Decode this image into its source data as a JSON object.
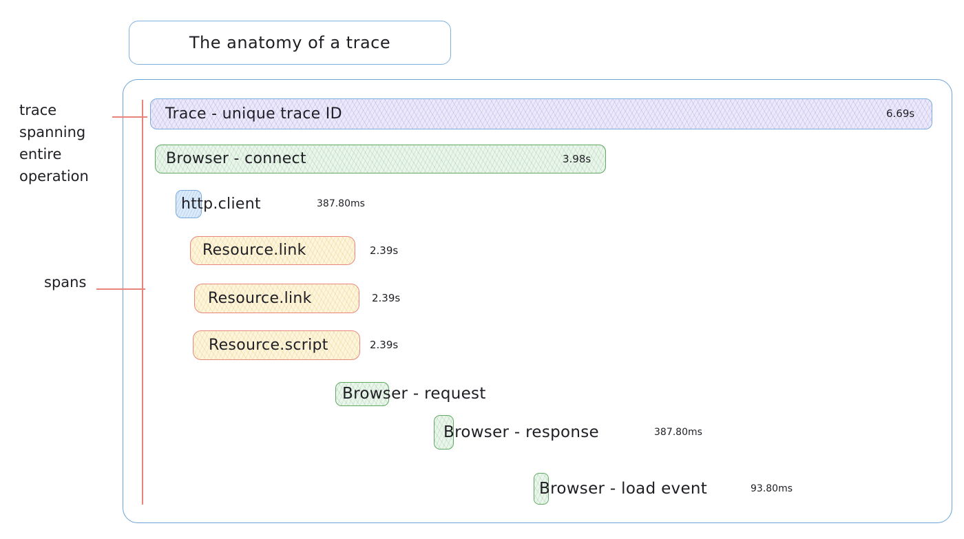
{
  "title": "The anatomy of a trace",
  "annotations": {
    "trace_pointer": {
      "lines": [
        "trace",
        "spanning",
        "entire",
        "operation"
      ],
      "text": "trace spanning entire operation"
    },
    "spans_pointer": {
      "label": "spans"
    }
  },
  "trace_bar": {
    "label": "Trace - unique trace ID",
    "duration": "6.69s"
  },
  "spans": [
    {
      "id": "browser-connect",
      "label": "Browser - connect",
      "duration": "3.98s",
      "color": "green"
    },
    {
      "id": "http-client",
      "label": "http.client",
      "duration": "387.80ms",
      "color": "blue"
    },
    {
      "id": "resource-link-1",
      "label": "Resource.link",
      "duration": "2.39s",
      "color": "yellow"
    },
    {
      "id": "resource-link-2",
      "label": "Resource.link",
      "duration": "2.39s",
      "color": "yellow"
    },
    {
      "id": "resource-script",
      "label": "Resource.script",
      "duration": "2.39s",
      "color": "yellow"
    },
    {
      "id": "browser-request",
      "label": "Browser - request",
      "duration": "",
      "color": "green"
    },
    {
      "id": "browser-response",
      "label": "Browser - response",
      "duration": "387.80ms",
      "color": "green"
    },
    {
      "id": "browser-load-event",
      "label": "Browser - load event",
      "duration": "93.80ms",
      "color": "green"
    }
  ],
  "colors": {
    "blue_border": "#6ba2d8",
    "violet_fill": "#eceafa",
    "green_border": "#5fa963",
    "green_fill": "#eaf5eb",
    "lblue_fill": "#dcebfa",
    "yellow_fill": "#fdf5dc",
    "red_border": "#e8867c",
    "annotation_red": "#e8837a",
    "ink": "#1e1e24"
  }
}
